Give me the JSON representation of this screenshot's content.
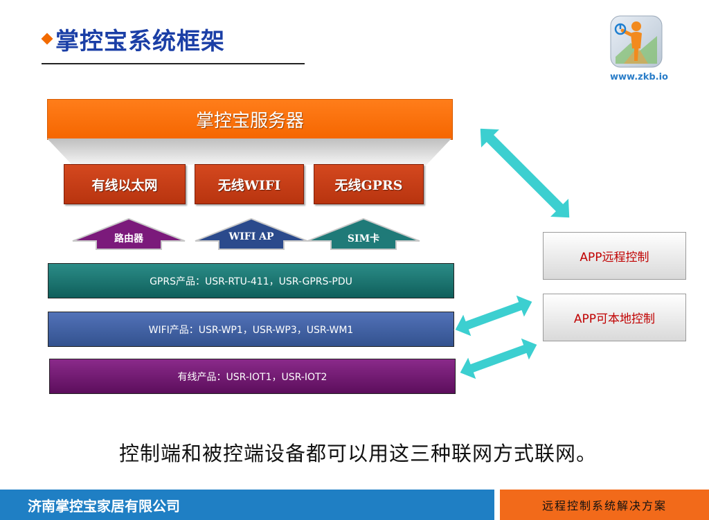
{
  "title": "掌控宝系统框架",
  "logo": {
    "url_text": "www.zkb.io",
    "icon": "power-person-logo-icon"
  },
  "server": {
    "label": "掌控宝服务器"
  },
  "networks": [
    {
      "label": "有线以太网"
    },
    {
      "label": "无线WIFI"
    },
    {
      "label": "无线GPRS"
    }
  ],
  "access_points": [
    {
      "label": "路由器",
      "color": "#7b1a7b"
    },
    {
      "label": "WIFI AP",
      "color": "#2b4a8c"
    },
    {
      "label": "SIM卡",
      "color": "#1f7a78"
    }
  ],
  "products": [
    {
      "label": "GPRS产品：USR-RTU-411，USR-GPRS-PDU"
    },
    {
      "label": "WIFI产品：USR-WP1，USR-WP3，USR-WM1"
    },
    {
      "label": "有线产品：USR-IOT1，USR-IOT2"
    }
  ],
  "apps": [
    {
      "label": "APP远程控制"
    },
    {
      "label": "APP可本地控制"
    }
  ],
  "caption": "控制端和被控端设备都可以用这三种联网方式联网。",
  "footer": {
    "company": "济南掌控宝家居有限公司",
    "tagline": "远程控制系统解决方案"
  },
  "colors": {
    "accent_orange": "#f26a00",
    "title_blue": "#1b3fa6",
    "arrow_cyan": "#3ccfd0",
    "footer_blue": "#1f7fc4"
  }
}
